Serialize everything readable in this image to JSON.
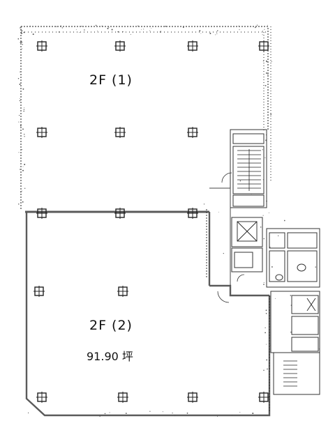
{
  "floorplan": {
    "unit1": {
      "label": "2F (1)"
    },
    "unit2": {
      "label": "2F (2)",
      "area": "91.90 坪"
    },
    "colors": {
      "wall": "#5a5a5a",
      "ink": "#222222",
      "dots": "#444444"
    },
    "icons": [
      "column-icon",
      "stairs-icon",
      "elevator-icon",
      "toilet-icon",
      "door-swing-icon"
    ]
  }
}
